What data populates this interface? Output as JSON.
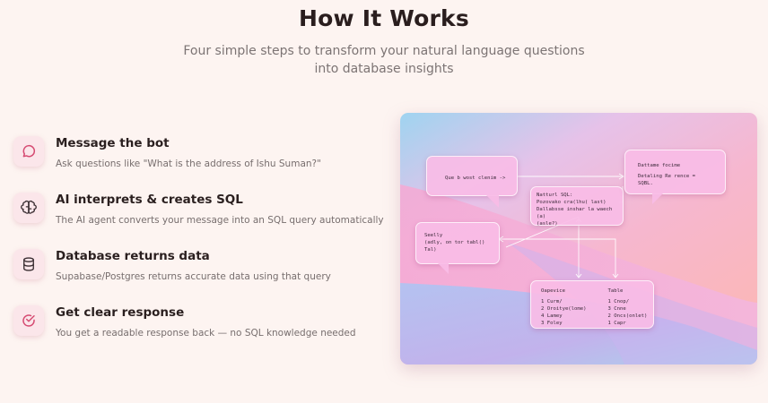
{
  "header": {
    "title": "How It Works",
    "subtitle": "Four simple steps to transform your natural language questions into database insights"
  },
  "steps": [
    {
      "icon": "chat-bubble-icon",
      "title": "Message the bot",
      "description": "Ask questions like \"What is the address of Ishu Suman?\""
    },
    {
      "icon": "brain-icon",
      "title": "AI interprets & creates SQL",
      "description": "The AI agent converts your message into an SQL query automatically"
    },
    {
      "icon": "database-icon",
      "title": "Database returns data",
      "description": "Supabase/Postgres returns accurate data using that query"
    },
    {
      "icon": "check-circle-icon",
      "title": "Get clear response",
      "description": "You get a readable response back — no SQL knowledge needed"
    }
  ],
  "illustration": {
    "bubble_question": "Que b wost clenim ->",
    "box_sql_title": "Natturl SQL:",
    "box_sql_line2": "Pozovako cra(lhu( last)",
    "box_sql_line3": "Dallabsse inshar la waech (a)",
    "box_sql_line4": "(asle?)",
    "box_right_line1": "Dattame focime",
    "box_right_line2": "Detaling Re rence = SQBL.",
    "bubble_reply_line1": "Seelly",
    "bubble_reply_line2": "(adly, on tor tabl()",
    "bubble_reply_line3": "Tal)",
    "table_col1_header": "Oapevice",
    "table_col2_header": "Table",
    "table_col1_rows": [
      "1  Curm/",
      "2  Oroitye(lome)",
      "4  Lamey",
      "3  Foley"
    ],
    "table_col2_rows": [
      "1  Cnop/",
      "3  Cnne",
      "2  Oncs(onlet)",
      "1  Capr"
    ]
  },
  "colors": {
    "page_background": "#fdf4f1",
    "accent": "#d64b72",
    "icon_background": "#fbe6ea"
  }
}
